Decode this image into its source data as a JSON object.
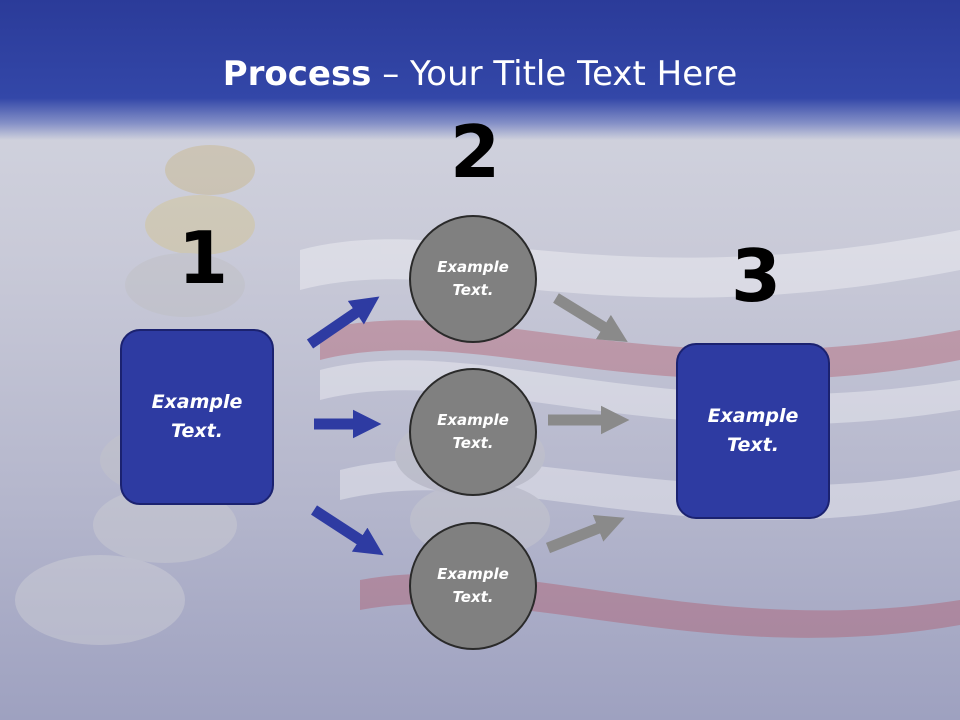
{
  "title": {
    "bold": "Process",
    "rest": " – Your Title Text Here"
  },
  "steps": {
    "one": "1",
    "two": "2",
    "three": "3"
  },
  "left_box": {
    "text": "Example\nText."
  },
  "circles": [
    {
      "text": "Example\nText."
    },
    {
      "text": "Example\nText."
    },
    {
      "text": "Example\nText."
    }
  ],
  "right_box": {
    "text": "Example\nText."
  },
  "colors": {
    "box": "#2e3ba2",
    "circle": "#808080",
    "arrow_blue": "#2e3ba2",
    "arrow_gray": "#8a8a8a",
    "title_band": "#2b3b99"
  }
}
